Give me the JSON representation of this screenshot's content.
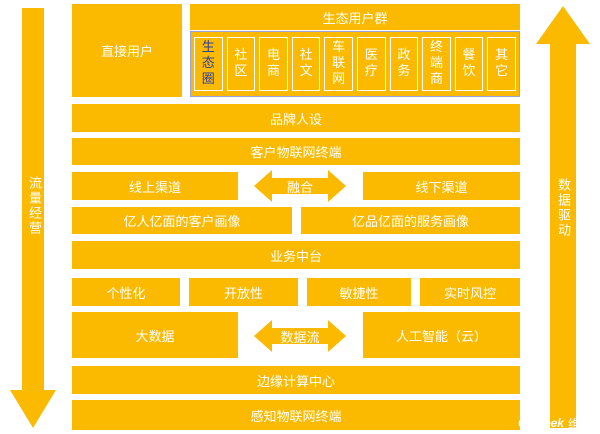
{
  "left_arrow": {
    "label": "流量经营"
  },
  "right_arrow": {
    "label": "数据驱动"
  },
  "direct_users": {
    "label": "直接用户"
  },
  "eco_group": {
    "title": "生态用户群",
    "items": [
      "生态圈",
      "社区",
      "电商",
      "社文",
      "车联网",
      "医疗",
      "政务",
      "终端商",
      "餐饮",
      "其它"
    ]
  },
  "rows": {
    "brand": "品牌人设",
    "client_iot": "客户物联网终端",
    "online": "线上渠道",
    "fusion": "融合",
    "offline": "线下渠道",
    "customer_profile": "亿人亿面的客户画像",
    "service_profile": "亿品亿面的服务画像",
    "business_center": "业务中台",
    "features": [
      "个性化",
      "开放性",
      "敏捷性",
      "实时风控"
    ],
    "big_data": "大数据",
    "data_flow": "数据流",
    "ai": "人工智能（云）",
    "edge": "边缘计算中心",
    "sensing_iot": "感知物联网终端"
  },
  "watermark": {
    "brand": "OFweek",
    "text": "维科"
  },
  "colors": {
    "block": "#FBBA00",
    "highlight_text": "#2c3e9e"
  }
}
